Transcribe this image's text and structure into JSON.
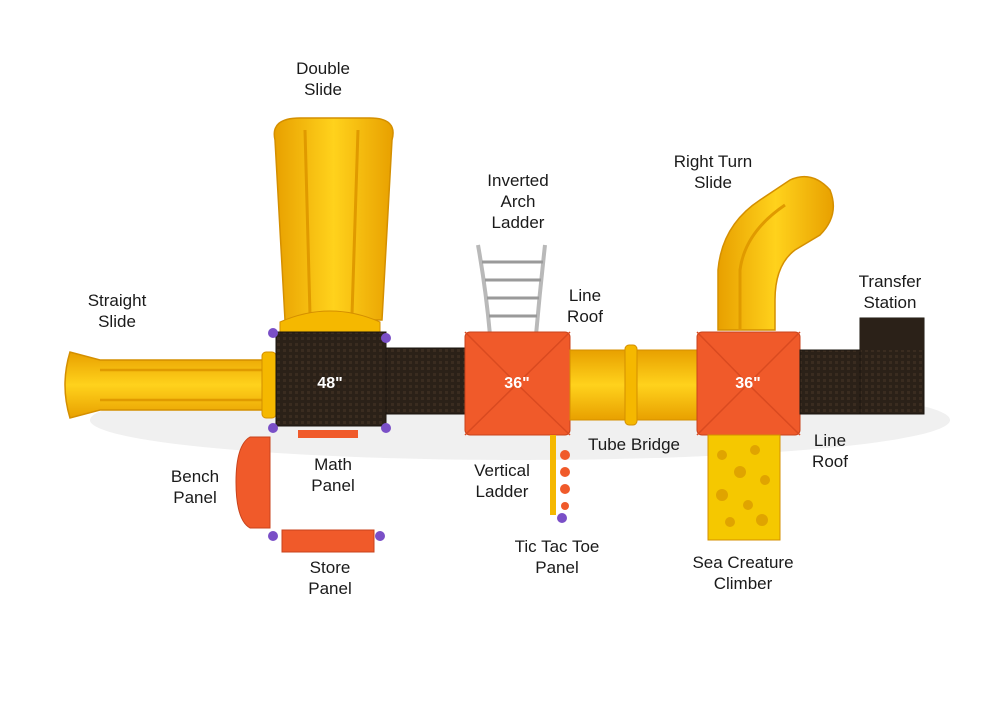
{
  "decks": [
    {
      "height": "48\""
    },
    {
      "height": "36\""
    },
    {
      "height": "36\""
    }
  ],
  "labels": {
    "double_slide": [
      "Double",
      "Slide"
    ],
    "inverted_arch_ladder": [
      "Inverted",
      "Arch",
      "Ladder"
    ],
    "right_turn_slide": [
      "Right Turn",
      "Slide"
    ],
    "straight_slide": [
      "Straight",
      "Slide"
    ],
    "line_roof_top": [
      "Line",
      "Roof"
    ],
    "transfer_station": [
      "Transfer",
      "Station"
    ],
    "tube_bridge": [
      "Tube Bridge"
    ],
    "line_roof_right": [
      "Line",
      "Roof"
    ],
    "bench_panel": [
      "Bench",
      "Panel"
    ],
    "math_panel": [
      "Math",
      "Panel"
    ],
    "vertical_ladder": [
      "Vertical",
      "Ladder"
    ],
    "tic_tac_toe_panel": [
      "Tic Tac Toe",
      "Panel"
    ],
    "sea_creature_climber": [
      "Sea Creature",
      "Climber"
    ],
    "store_panel": [
      "Store",
      "Panel"
    ]
  },
  "colors": {
    "slide_yellow": "#f5b800",
    "slide_shade": "#e09a00",
    "roof_orange": "#f05a2a",
    "deck_brown": "#2b2118",
    "clamp_purple": "#7a4fc7",
    "panel_orange": "#ef5a2a",
    "ladder_gray": "#b9b9b9"
  }
}
